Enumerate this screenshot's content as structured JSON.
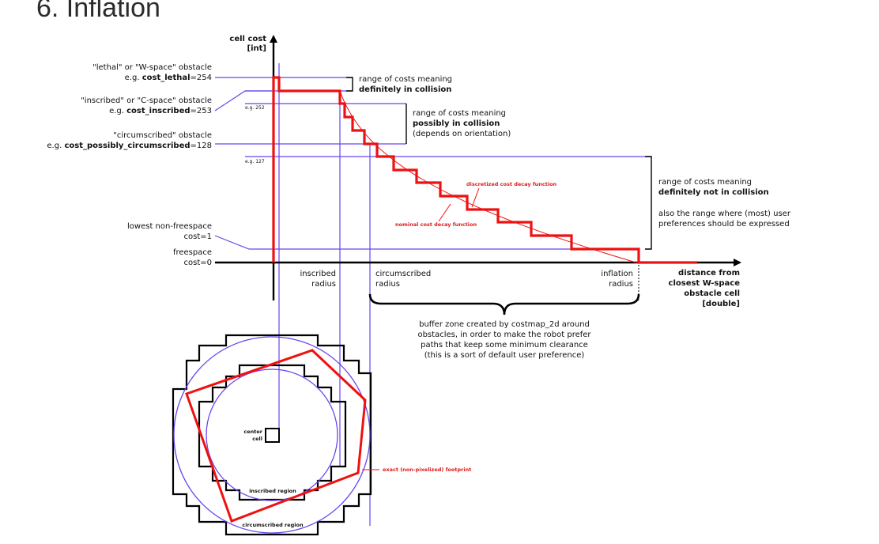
{
  "heading": "6. Inflation",
  "colors": {
    "guide": "#6a44ee",
    "cost": "#ee1111",
    "axis": "#000000",
    "heading": "#2b2b2b"
  },
  "axes": {
    "y_label_1": "cell cost",
    "y_label_2": "[int]",
    "x_label_1": "distance from",
    "x_label_2": "closest W-space",
    "x_label_3": "obstacle cell",
    "x_label_4": "[double]"
  },
  "left_labels": {
    "lethal_1": "\"lethal\" or \"W-space\" obstacle",
    "lethal_2_prefix": "e.g. ",
    "lethal_2_bold": "cost_lethal",
    "lethal_2_suffix": "=254",
    "inscribed_1": "\"inscribed\" or \"C-space\" obstacle",
    "inscribed_2_prefix": "e.g. ",
    "inscribed_2_bold": "cost_inscribed",
    "inscribed_2_suffix": "=253",
    "circum_1": "\"circumscribed\" obstacle",
    "circum_2_prefix": "e.g. ",
    "circum_2_bold": "cost_possibly_circumscribed",
    "circum_2_suffix": "=128",
    "lowest_1": "lowest non-freespace",
    "lowest_2": "cost=1",
    "free_1": "freespace",
    "free_2": "cost=0",
    "eg252": "e.g. 252",
    "eg127": "e.g. 127"
  },
  "ranges": {
    "r1_line1": "range of costs meaning",
    "r1_line2": "definitely in collision",
    "r2_line1": "range of costs meaning",
    "r2_line2": "possibly in collision",
    "r2_line3": "(depends on orientation)",
    "r3_line1": "range of costs meaning",
    "r3_line2": "definitely not in collision",
    "r3_line3": "also the range where (most) user",
    "r3_line4": "preferences should be expressed"
  },
  "functions": {
    "discretized": "discretized cost decay function",
    "nominal": "nominal cost decay function"
  },
  "radii": {
    "inscribed_1": "inscribed",
    "inscribed_2": "radius",
    "circumscribed_1": "circumscribed",
    "circumscribed_2": "radius",
    "inflation_1": "inflation",
    "inflation_2": "radius"
  },
  "buffer": {
    "line1": "buffer zone created by costmap_2d around",
    "line2": "obstacles, in order to make the robot prefer",
    "line3": "paths that keep some minimum clearance",
    "line4": "(this is a sort of default user preference)"
  },
  "footprint": {
    "center_1": "center",
    "center_2": "cell",
    "inscribed_region": "inscribed region",
    "circumscribed_region": "circumscribed region",
    "exact": "exact (non-pixelized) footprint"
  }
}
